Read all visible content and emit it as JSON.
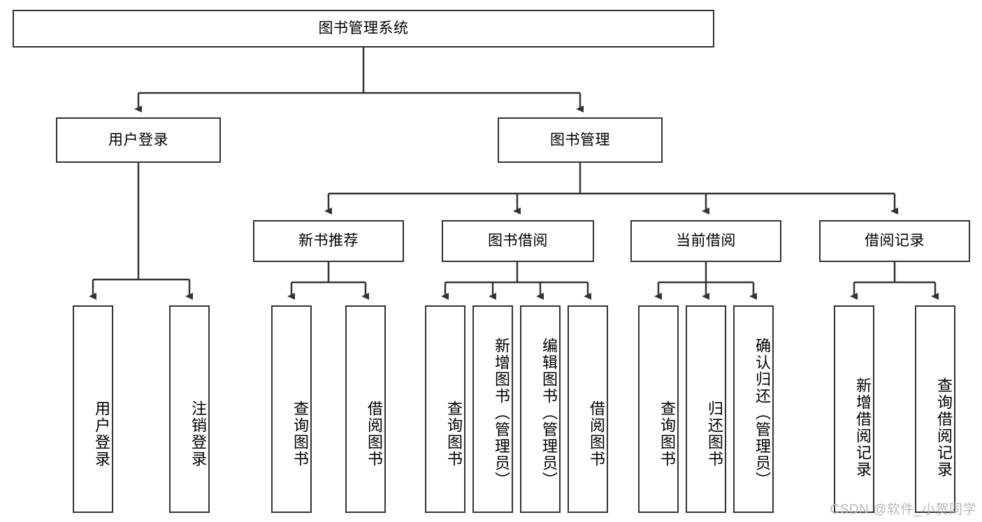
{
  "diagram": {
    "title": "图书管理系统",
    "type": "功能结构图",
    "line_color": "#333333",
    "box_fill": "#ffffff",
    "text_color": "#000000",
    "watermark": "CSDN @软件_小贺同学",
    "root": {
      "label": "图书管理系统"
    },
    "level2": [
      {
        "label": "用户登录"
      },
      {
        "label": "图书管理"
      }
    ],
    "level3": [
      {
        "label": "新书推荐"
      },
      {
        "label": "图书借阅"
      },
      {
        "label": "当前借阅"
      },
      {
        "label": "借阅记录"
      }
    ],
    "leaves": {
      "user_login": [
        {
          "label": "用户登录"
        },
        {
          "label": "注销登录"
        }
      ],
      "new_book": [
        {
          "label": "查询图书"
        },
        {
          "label": "借阅图书"
        }
      ],
      "book_borrow": [
        {
          "label": "查询图书"
        },
        {
          "label": "新增图书（管理员）"
        },
        {
          "label": "编辑图书（管理员）"
        },
        {
          "label": "借阅图书"
        }
      ],
      "current_borrow": [
        {
          "label": "查询图书"
        },
        {
          "label": "归还图书"
        },
        {
          "label": "确认归还（管理员）"
        }
      ],
      "borrow_record": [
        {
          "label": "新增借阅记录"
        },
        {
          "label": "查询借阅记录"
        }
      ]
    }
  }
}
